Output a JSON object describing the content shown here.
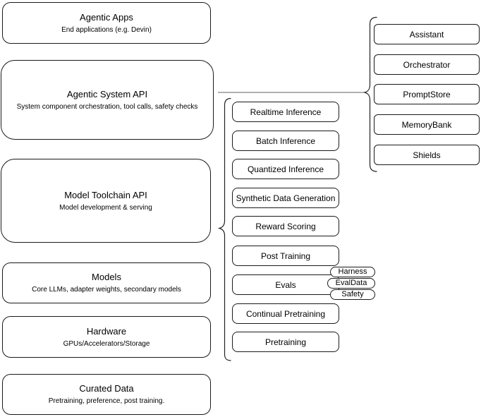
{
  "diagram": {
    "stack_layers": [
      {
        "title": "Agentic Apps",
        "subtitle": "End applications (e.g. Devin)"
      },
      {
        "title": "Agentic System API",
        "subtitle": "System component orchestration, tool calls, safety checks"
      },
      {
        "title": "Model Toolchain API",
        "subtitle": "Model development & serving"
      },
      {
        "title": "Models",
        "subtitle": "Core LLMs, adapter weights, secondary models"
      },
      {
        "title": "Hardware",
        "subtitle": "GPUs/Accelerators/Storage"
      },
      {
        "title": "Curated Data",
        "subtitle": "Pretraining, preference, post training."
      }
    ],
    "toolchain_nodes": [
      "Realtime Inference",
      "Batch Inference",
      "Quantized Inference",
      "Synthetic Data Generation",
      "Reward Scoring",
      "Post Training",
      "Evals",
      "Continual Pretraining",
      "Pretraining"
    ],
    "eval_tags": [
      "Harness",
      "EvalData",
      "Safety"
    ],
    "system_nodes": [
      "Assistant",
      "Orchestrator",
      "PromptStore",
      "MemoryBank",
      "Shields"
    ],
    "colors": {
      "background": "#ffffff",
      "box_border": "#1a1a1a",
      "brace_stroke": "#222222",
      "connector_stroke": "#808080",
      "text": "#000000"
    }
  }
}
